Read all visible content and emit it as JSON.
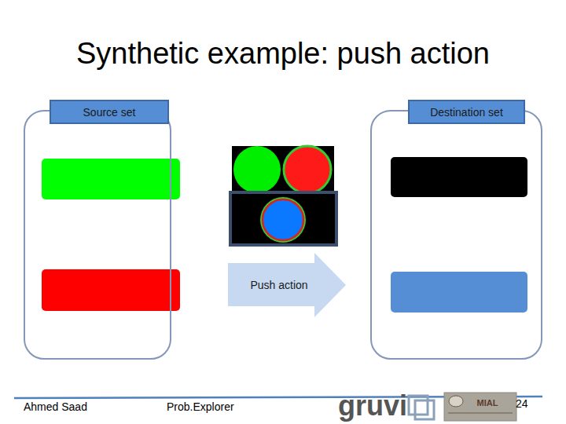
{
  "diagram": {
    "title": "Synthetic example: push action",
    "nodes": [
      {
        "text": [
          "Source set"
        ]
      },
      {
        "text": [
          "Push action"
        ]
      },
      {
        "text": [
          "Destination set"
        ]
      }
    ],
    "labels": [
      "Ahmed Saad",
      "Prob.Explorer",
      "gruvi",
      "MIAL",
      "24"
    ]
  }
}
